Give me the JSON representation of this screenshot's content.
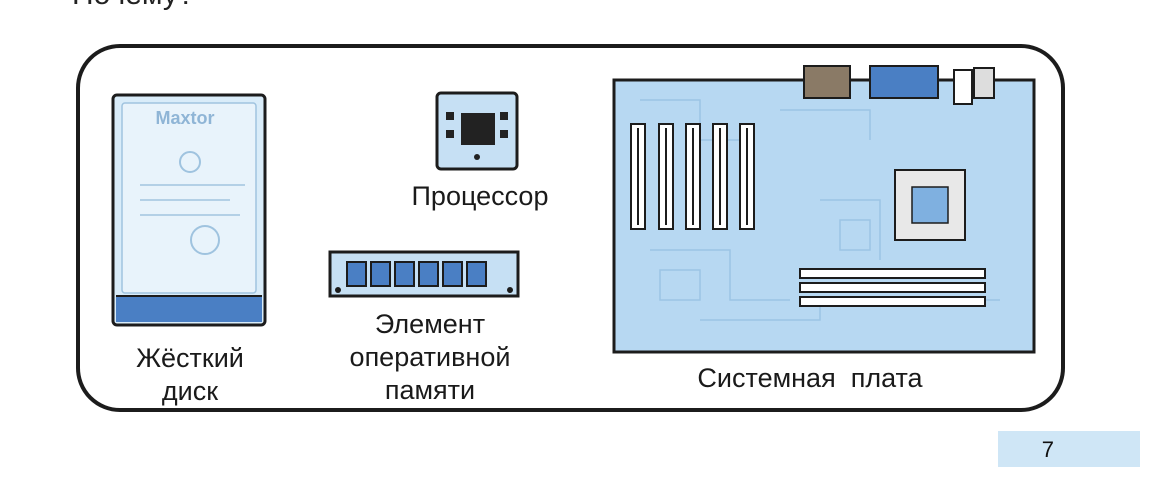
{
  "header": {
    "partial_text": "Почему?"
  },
  "components": {
    "hdd": {
      "label_line1": "Жёсткий",
      "label_line2": "диск",
      "brand": "Maxtor"
    },
    "cpu": {
      "label": "Процессор"
    },
    "ram": {
      "label_line1": "Элемент",
      "label_line2": "оперативной",
      "label_line3": "памяти"
    },
    "motherboard": {
      "label": "Системная  плата"
    }
  },
  "page": {
    "number": "7"
  },
  "colors": {
    "accent_blue": "#a9cfee",
    "dark_blue": "#3f6fb8",
    "outline": "#1c1c1c",
    "badge": "#cfe6f6"
  }
}
